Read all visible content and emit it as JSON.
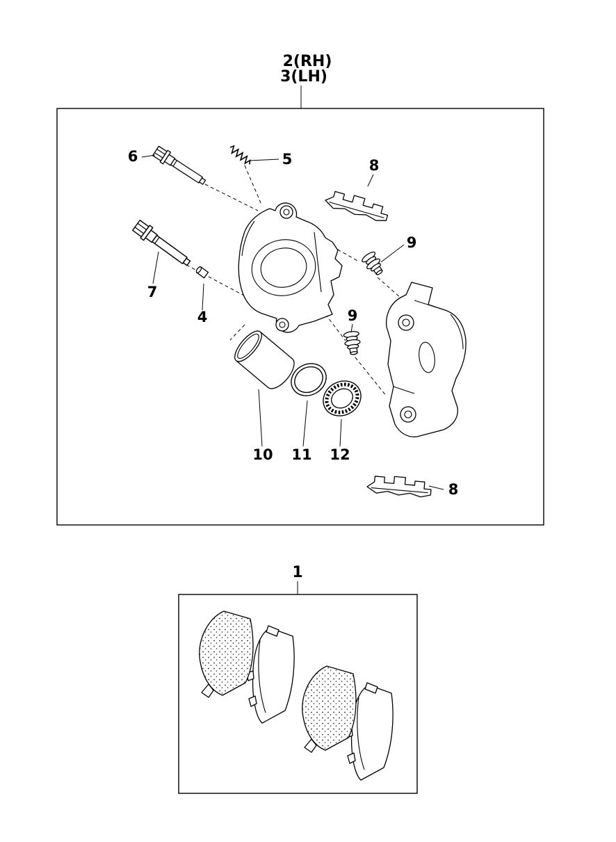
{
  "style": {
    "ink": "#000000",
    "background": "#ffffff"
  },
  "diagram": {
    "assembly": {
      "label_rh": "2(RH)",
      "label_lh": "3(LH)"
    },
    "pad_kit": {
      "label": "1"
    },
    "callouts": {
      "guide_pin_upper": "6",
      "spring_pin": "5",
      "retainer_clip_top": "8",
      "boot_upper": "9",
      "guide_pin_lower": "7",
      "cap": "4",
      "boot_lower": "9",
      "piston": "10",
      "piston_seal": "11",
      "dust_seal": "12",
      "retainer_clip_bottom": "8"
    }
  }
}
